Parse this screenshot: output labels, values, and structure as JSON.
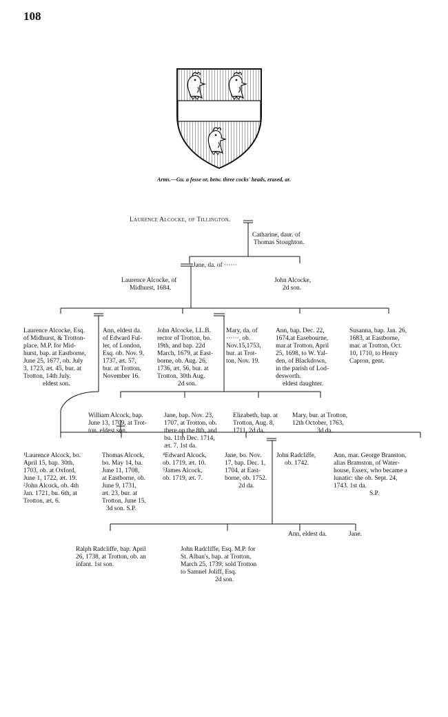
{
  "page_number": "108",
  "arms": {
    "caption": "Arms.—Gu. a fesse or, betw. three cocks' heads, erased, ar."
  },
  "gen1": {
    "husband": "Laurence Alcocke, of Tillington.",
    "wife": [
      "Catharine, daur. of",
      "Thomas Stoughton."
    ]
  },
  "gen2": {
    "laurence": [
      "Laurence Alcocke, of",
      "Midhurst, 1684."
    ],
    "jane": "Jane, da. of ······",
    "john": [
      "John Alcocke,",
      "2d son."
    ]
  },
  "gen3": {
    "laurence": [
      "Laurence Alcocke, Esq.",
      "of Midhurst, & Trotton-",
      "place, M.P. for Mid-",
      "hurst, bap. at Eastborne,",
      "June 25, 1677, ob. July",
      "3, 1723, æt. 45, bur. at",
      "Trotton, 14th July.",
      "eldest son."
    ],
    "ann_fuller": [
      "Ann, eldest da.",
      "of Edward Ful-",
      "ler, of London,",
      "Esq. ob. Nov. 9,",
      "1737, æt. 57,",
      "bur. at Trotton,",
      "November 16."
    ],
    "john_llb": [
      "John Alcocke, LL.B.",
      "rector of Trotton, bo.",
      "19th, and bap. 22d",
      "March, 1679, at East-",
      "borne, ob. Aug. 26,",
      "1736, æt. 56, bur. at",
      "Trotton, 30th Aug.",
      "2d son."
    ],
    "mary": [
      "Mary, da. of",
      "······, ob.",
      "Nov.15,1753,",
      "bur. at Trot-",
      "ton, Nov. 19."
    ],
    "ann_yalden": [
      "Ann, bap. Dec. 22,",
      "1674,at Easebourne,",
      "mar.at Trotton, April",
      "25, 1698, to W. Yal-",
      "den, of Blackdown,",
      "in the parish of Lod-",
      "desworth.",
      "eldest daughter."
    ],
    "susanna": [
      "Susanna, bap. Jan. 26,",
      "1683, at Eastborne,",
      "mar. at Trotton, Oct.",
      "10, 1710, to Henry",
      "Capron, gent."
    ]
  },
  "gen4": {
    "william": [
      "William Alcock, bap.",
      "June 13, 1709, at Trot-",
      "ton. eldest son."
    ],
    "jane": [
      "Jane, bap. Nov. 23,",
      "1707, at Trotton, ob.",
      "there on the 8th, and",
      "bu. 11th Dec. 1714,",
      "æt. 7. 1st da."
    ],
    "elizabeth": [
      "Elizabeth, bap. at",
      "Trotton, Aug. 8,",
      "1711. 2d da."
    ],
    "mary": [
      "Mary, bur. at Trotton,",
      "12th October, 1763,",
      "3d da."
    ]
  },
  "gen5": {
    "laurence_john": [
      "¹Laurence Alcock, bo.",
      "April 15, bap. 30th,",
      "1703, ob. at Oxford,",
      "June 1, 1722, æt. 19.",
      "²John Alcock, ob. 4th",
      "Jan. 1721, bu. 6th, at",
      "Trotton, æt. 6."
    ],
    "thomas": [
      "Thomas Alcock,",
      "bo. May 14, ba.",
      "June 11, 1708,",
      "at Eastborne, ob.",
      "June 9, 1731,",
      "æt. 23, bur. at",
      "Trotton, June 15.",
      "3d son. S.P."
    ],
    "edward_james": [
      "⁴Edward Alcock,",
      "ob. 1719, æt. 10.",
      "⁵James Alcock,",
      "ob. 1719, æt. 7."
    ],
    "jane": [
      "Jane, bo. Nov.",
      "17, bap. Dec. 1,",
      "1704, at East-",
      "borne, ob. 1752.",
      "2d da."
    ],
    "john_radcliffe": [
      "John Radcliffe,",
      "ob. 1742."
    ],
    "ann_branston": [
      "Ann, mar. George Branston,",
      "alias Bramston, of Water-",
      "house, Essex, who became a",
      "lunatic: she ob. Sept. 24,",
      "1743. 1st da.",
      "S.P."
    ]
  },
  "gen6": {
    "ralph": [
      "Ralph Radcliffe, bap. April",
      "26, 1738, at Trotton, ob. an",
      "infant. 1st son."
    ],
    "john": [
      "John Radcliffe, Esq. M.P. for",
      "St. Alban's, bap. at Trotton,",
      "March 25, 1739; sold Trotton",
      "to Samuel Joliff, Esq.",
      "2d son."
    ],
    "ann": "Ann, eldest da.",
    "jane": "Jane."
  }
}
